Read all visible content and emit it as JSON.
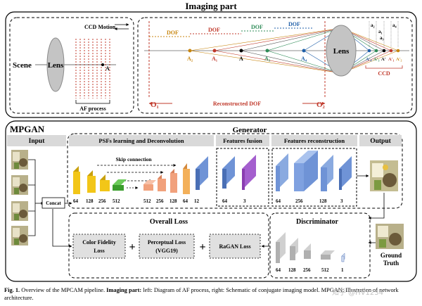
{
  "imaging": {
    "title": "Imaging part",
    "left": {
      "scene": "Scene",
      "lens": "Lens",
      "ccd_motion": "CCD Motion",
      "point_a": "A",
      "af_process": "AF process"
    },
    "right": {
      "dof": "DOF",
      "lens": "Lens",
      "points_object": [
        "A₂",
        "A₁",
        "A",
        "A₃",
        "A₄"
      ],
      "points_image": [
        "A'₄",
        "A'₃",
        "A'",
        "A'₁",
        "A'₂"
      ],
      "image_spacings": [
        "a₂",
        "a₁",
        "a₃",
        "a₄"
      ],
      "ccd": "CCD",
      "o1": "O₁",
      "o2": "O₂",
      "reconstructed_dof": "Reconstructed DOF"
    }
  },
  "mpgan": {
    "title": "MPGAN",
    "generator": "Generator",
    "input": "Input",
    "concat": "Concat",
    "psf": {
      "title": "PSFs learning and Deconvolution",
      "skip": "Skip connection",
      "enc_dims": [
        "64",
        "128",
        "256",
        "512"
      ],
      "dec_dims": [
        "512",
        "256",
        "128",
        "64",
        "12"
      ]
    },
    "fusion": {
      "title": "Features fusion",
      "dims": [
        "64",
        "3"
      ]
    },
    "recon": {
      "title": "Features reconstruction",
      "dims": [
        "64",
        "256",
        "128",
        "3"
      ]
    },
    "output": "Output",
    "discriminator": {
      "title": "Discriminator",
      "dims": [
        "64",
        "128",
        "256",
        "512",
        "1"
      ]
    },
    "ground_truth": "Ground Truth",
    "overall_loss": "Overall Loss",
    "losses": {
      "color": "Color Fidelity Loss",
      "perceptual": "Perceptual Loss (VGG19)",
      "ragan": "RaGAN Loss",
      "plus": "+"
    }
  },
  "caption": {
    "fig": "Fig. 1.",
    "text1": " Overview of the MPCAM pipeline. ",
    "bold": "Imaging part:",
    "text2": " left: Diagram of AF process, right: Schematic of conjugate imaging model. MPGAN: Illustration of network architecture."
  },
  "watermark": "知乎 @HV1234",
  "colors": {
    "red": "#c0392b",
    "orange": "#c8860f",
    "green": "#2e8b57",
    "blue": "#1f5fa8",
    "yellow": "#f2c618",
    "green_block": "#3a9d2c",
    "salmon": "#f1a17c",
    "light_orange": "#f3b05a",
    "blue_block": "#6f93d6",
    "purple": "#8a3db0",
    "gray": "#b0b0b0"
  }
}
